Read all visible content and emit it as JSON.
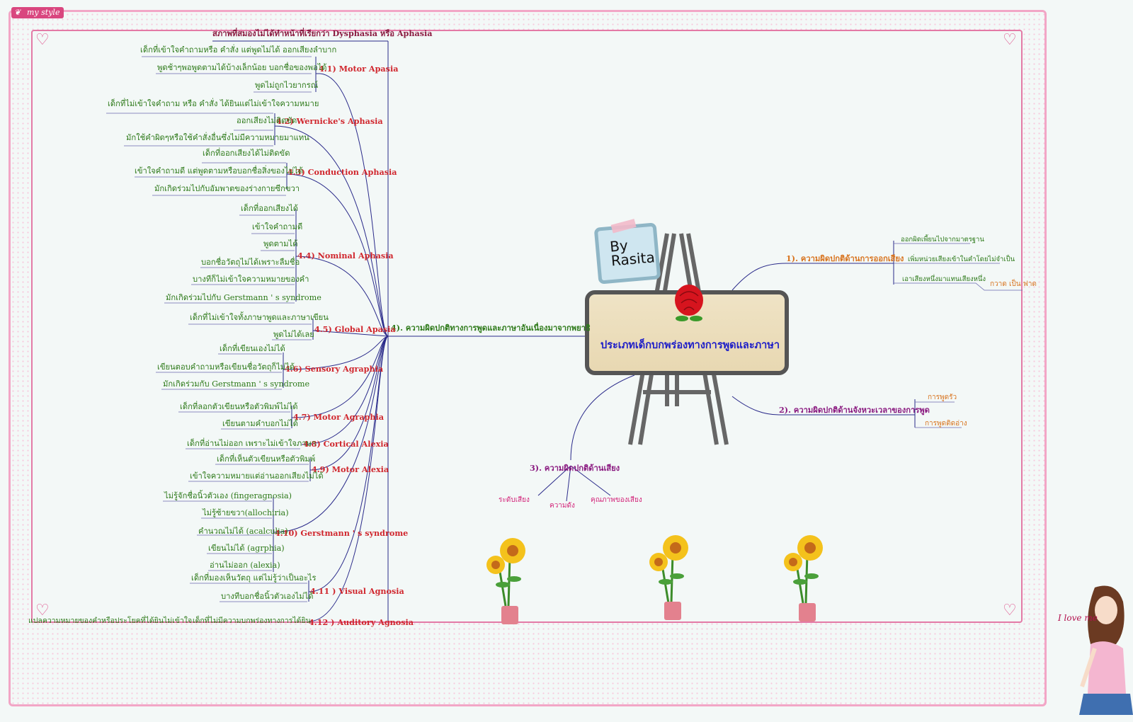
{
  "badge": {
    "label": "my style"
  },
  "center": {
    "title": "ประเภทเด็กบกพร่องทางการพูดและภาษา",
    "author": "By Rasita"
  },
  "branch1": {
    "label": "1). ความผิดปกติด้านการออกเสียง",
    "items": [
      "ออกผิดเพี้ยนไปจากมาตรฐาน",
      "เพิ่มหน่วยเสียงเข้าในคำโดยไม่จำเป็น",
      "เอาเสียงหนึ่งมาแทนเสียงหนึ่ง"
    ],
    "example": "กวาด เป็น ฟาด"
  },
  "branch2": {
    "label": "2). ความผิดปกติด้านจังหวะเวลาของการพูด",
    "items": [
      "การพูดรัว",
      "การพูดติดอ่าง"
    ]
  },
  "branch3": {
    "label": "3). ความผิดปกติด้านเสียง",
    "items": [
      "ระดับเสียง",
      "ความดัง",
      "คุณภาพของเสียง"
    ]
  },
  "branch4": {
    "label": "4). ความผิดปกติทางการพูดและภาษาอันเนื่องมาจากพยาธิ",
    "intro": "สภาพที่สมองไม่ได้ทำหน้าที่เรียกว่า Dysphasia หรือ Aphasia",
    "subs": [
      {
        "label": "4.1) Motor Apasia",
        "items": [
          "เด็กที่เข้าใจคำถามหรือ คำสั่ง แต่พูดไม่ได้ ออกเสียงลำบาก",
          "พูดช้าๆพอพูดตามได้บ้างเล็กน้อย บอกชื่อของพอได้",
          "พูดไม่ถูกไวยากรณ์"
        ]
      },
      {
        "label": "4.2) Wernicke's Aphasia",
        "items": [
          "เด็กที่ไม่เข้าใจคำถาม หรือ คำสั่ง ได้ยินแต่ไม่เข้าใจความหมาย",
          "ออกเสียงไม่ติดขัด",
          "มักใช้คำผิดๆหรือใช้คำสั่งอื่นซึ่งไม่มีความหมายมาแทน"
        ]
      },
      {
        "label": "4.3) Conduction Aphasia",
        "items": [
          "เด็กที่ออกเสียงได้ไม่ติดขัด",
          "เข้าใจคำถามดี แต่พูดตามหรือบอกชื่อสิ่งของไม่ได้",
          "มักเกิดร่วมไปกับอัมพาตของร่างกายซีกขวา"
        ]
      },
      {
        "label": "4.4) Nominal Aphasia",
        "items": [
          "เด็กที่ออกเสียงได้",
          "เข้าใจคำถามดี",
          "พูดตามได้",
          "บอกชื่อวัตถุไม่ได้เพราะลืมชื่อ",
          "บางทีก็ไม่เข้าใจความหมายของคำ",
          "มักเกิดร่วมไปกับ Gerstmann ' s syndrome"
        ]
      },
      {
        "label": "4.5) Global Apasia",
        "items": [
          "เด็กที่ไม่เข้าใจทั้งภาษาพูดและภาษาเขียน",
          "พูดไม่ได้เลย"
        ]
      },
      {
        "label": "4.6) Sensory Agraphia",
        "items": [
          "เด็กที่เขียนเองไม่ได้",
          "เขียนตอบคำถามหรือเขียนชื่อวัตถุก็ไม่ได้",
          "มักเกิดร่วมกับ Gerstmann ' s syndrome"
        ]
      },
      {
        "label": "4.7) Motor Agraphia",
        "items": [
          "เด็กที่ลอกตัวเขียนหรือตัวพิมพ์ไม่ได้",
          "เขียนตามคำบอกไม่ได้"
        ]
      },
      {
        "label": "4.8) Cortical Alexia",
        "items": [
          "เด็กที่อ่านไม่ออก เพราะไม่เข้าใจภาษา"
        ]
      },
      {
        "label": "4.9) Motor Alexia",
        "items": [
          "เด็กที่เห็นตัวเขียนหรือตัวพิมพ์",
          "เข้าใจความหมายแต่อ่านออกเสียงไม่ได้"
        ]
      },
      {
        "label": "4.10) Gerstmann ' s syndrome",
        "items": [
          "ไม่รู้จักชื่อนิ้วตัวเอง (fingeragnosia)",
          "ไม่รู้ซ้ายขวา(allochiria)",
          "คำนวณไม่ได้ (acalculia)",
          "เขียนไม่ได้ (agrphia)",
          "อ่านไม่ออก (alexia)"
        ]
      },
      {
        "label": "4.11 ) Visual Agnosia",
        "items": [
          "เด็กที่มองเห็นวัตถุ แต่ไม่รู้ว่าเป็นอะไร",
          "บางทีบอกชื่อนิ้วตัวเองไม่ได้"
        ]
      },
      {
        "label": "4.12 ) Auditory Agnosia",
        "items": [
          "เด็กที่ไม่มีความบกพร่องทางการได้ยิน",
          "แปลความหมายของคำหรือประโยคที่ได้ยินไม่เข้าใจ"
        ]
      }
    ]
  },
  "decor": {
    "caption": "I love me",
    "colors": {
      "frame": "#e37aa6",
      "line": "#2a2a8a",
      "green": "#2e7a1a",
      "red": "#d0262d"
    }
  }
}
